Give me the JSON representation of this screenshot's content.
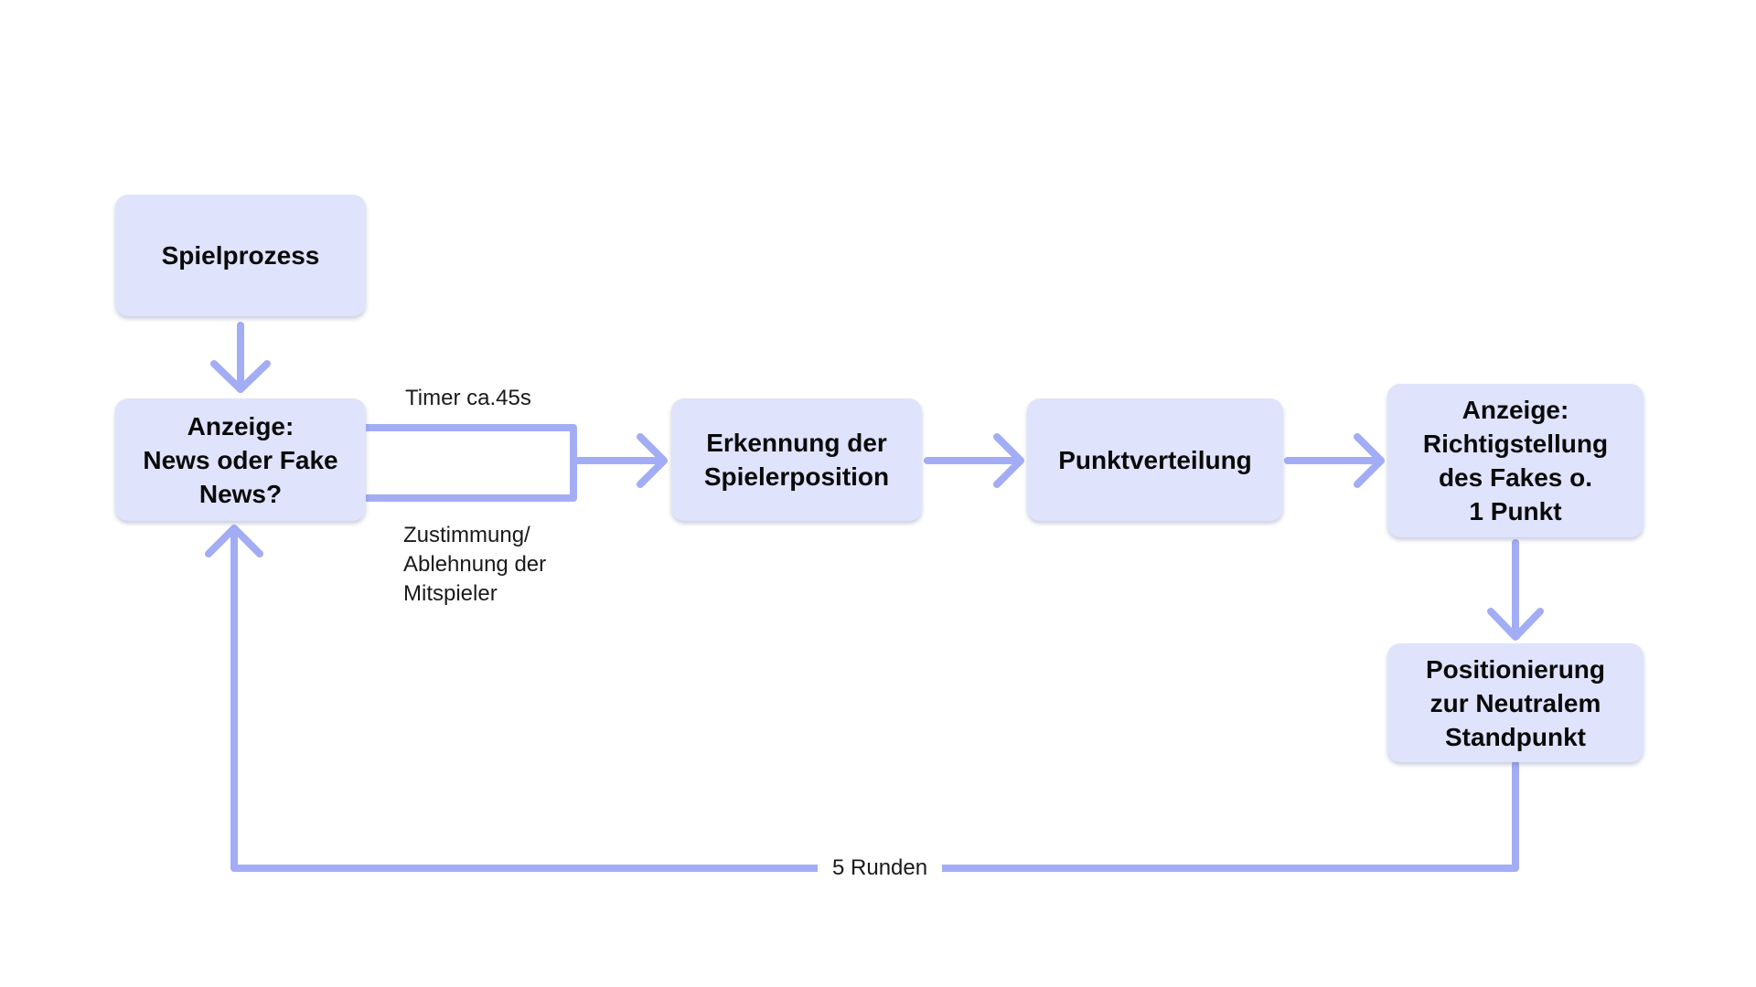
{
  "diagram": {
    "nodes": {
      "start": "Spielprozess",
      "display": "Anzeige:\nNews oder Fake\nNews?",
      "detect": "Erkennung der\nSpielerposition",
      "points": "Punktverteilung",
      "correct": "Anzeige:\nRichtigstellung\ndes Fakes o.\n1 Punkt",
      "position": "Positionierung\nzur Neutralem\nStandpunkt"
    },
    "labels": {
      "timer": "Timer ca.45s",
      "vote": "Zustimmung/\nAblehnung der\nMitspieler",
      "rounds": "5 Runden"
    },
    "colors": {
      "node_fill": "#dfe3fb",
      "connector": "#a3adf5",
      "text": "#0a0a0a"
    }
  }
}
